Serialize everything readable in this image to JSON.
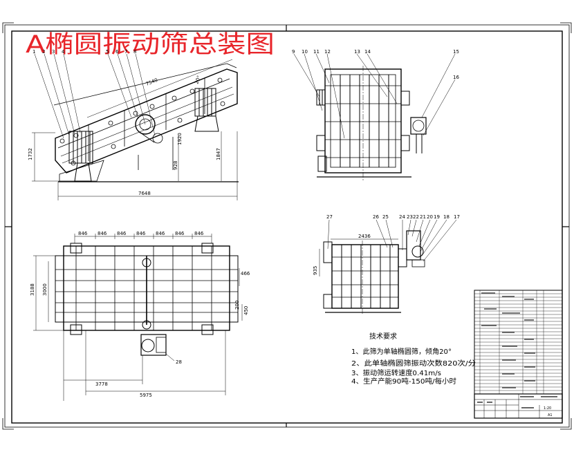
{
  "title": "A椭圆振动筛总装图",
  "colors": {
    "title": "#e8252a",
    "line": "#000000",
    "paper": "#ffffff"
  },
  "side_view": {
    "part_numbers": [
      "1",
      "2",
      "3",
      "4",
      "5",
      "6",
      "7",
      "8"
    ],
    "dims": {
      "length": "7648",
      "left_height": "1732",
      "support": "928",
      "right_height": "1847",
      "inclined": "7540",
      "pivot": "1920",
      "tilt": "20°"
    }
  },
  "front_view": {
    "part_numbers": [
      "9",
      "10",
      "11",
      "12",
      "13",
      "14",
      "15",
      "16"
    ]
  },
  "plan_view": {
    "spacing": [
      "846",
      "846",
      "846",
      "846",
      "846",
      "846",
      "846"
    ],
    "dims": {
      "total_width": "3188",
      "inner_width": "3000",
      "side": "466",
      "offset_a": "200",
      "offset_b": "450",
      "motor_pos": "3778",
      "total_length": "5975",
      "callout": "28"
    }
  },
  "end_view": {
    "part_numbers": [
      "27",
      "26",
      "25",
      "24",
      "23",
      "22",
      "21",
      "20",
      "19",
      "18",
      "17"
    ],
    "dims": {
      "width": "2436",
      "height": "935"
    }
  },
  "tech_requirements": {
    "heading": "技术要求",
    "items": [
      "1、此筛为单轴椭圆筛，倾角20°",
      "2、此单轴椭圆筛振动次数820次/分",
      "3、振动筛运转速度0.41m/s",
      "4、生产产能90吨-150吨/每小时"
    ]
  },
  "title_block": {
    "scale": "1:20",
    "sheet": "A1"
  }
}
